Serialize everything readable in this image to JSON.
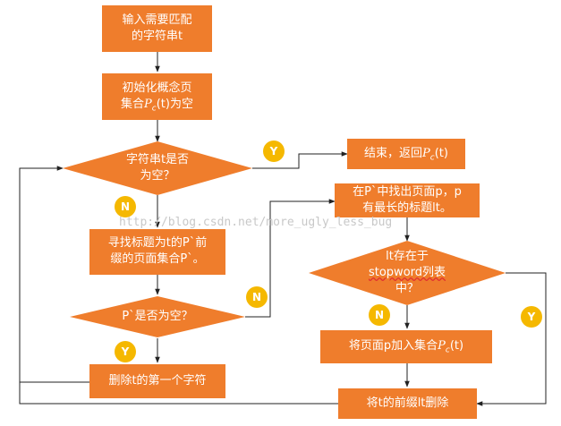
{
  "colors": {
    "node_fill": "#ef7d2c",
    "badge_fill": "#f5b800",
    "line": "#222222",
    "feedback_line": "#333333"
  },
  "nodes": {
    "input": {
      "line1": "输入需要匹配",
      "line2": "的字符串t"
    },
    "init": {
      "line1": "初始化概念页",
      "line2_pre": "集合",
      "sym": "P",
      "sub": "c",
      "line2_post": "(t)为空"
    },
    "cond_empty": {
      "line1": "字符串t是否",
      "line2": "为空？"
    },
    "end": {
      "pre": "结束，返回",
      "sym": "P",
      "sub": "c",
      "post": "(t)"
    },
    "find_prefix": {
      "line1": "寻找标题为t的P`前",
      "line2": "缀的页面集合P`。"
    },
    "cond_pempty": {
      "text": "P`是否为空？"
    },
    "delete_first": {
      "text": "删除t的第一个字符"
    },
    "find_longest": {
      "line1": "在P`中找出页面p，p",
      "line2": "有最长的标题lt。"
    },
    "cond_stop": {
      "line1": "lt存在于",
      "line2": "stopword列表",
      "line3": "中？"
    },
    "add_page": {
      "pre": "将页面p加入集合",
      "sym": "P",
      "sub": "c",
      "post": "(t)"
    },
    "delete_prefix": {
      "text": "将t的前缀lt删除"
    }
  },
  "badges": {
    "y1": "Y",
    "n1": "N",
    "n2": "N",
    "n3": "N",
    "y2": "Y",
    "y3": "Y"
  },
  "watermark": "http://blog.csdn.net/more_ugly_less_bug"
}
